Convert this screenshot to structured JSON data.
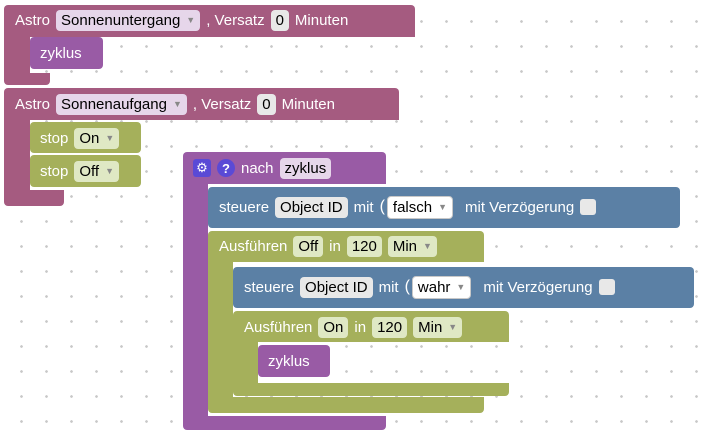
{
  "astro1": {
    "label": "Astro",
    "event": "Sonnenuntergang",
    "offset_label": ", Versatz",
    "offset_value": "0",
    "unit_label": "Minuten"
  },
  "zyklus_call_1": "zyklus",
  "astro2": {
    "label": "Astro",
    "event": "Sonnenaufgang",
    "offset_label": ", Versatz",
    "offset_value": "0",
    "unit_label": "Minuten"
  },
  "stop1": {
    "label": "stop",
    "value": "On"
  },
  "stop2": {
    "label": "stop",
    "value": "Off"
  },
  "nach": {
    "label": "nach",
    "name": "zyklus"
  },
  "steuere1": {
    "label": "steuere",
    "object": "Object ID",
    "mit": "mit",
    "value": "falsch",
    "delay_label": "mit Verzögerung"
  },
  "ausfuehren1": {
    "label": "Ausführen",
    "value": "Off",
    "in": "in",
    "time": "120",
    "unit": "Min"
  },
  "steuere2": {
    "label": "steuere",
    "object": "Object ID",
    "mit": "mit",
    "value": "wahr",
    "delay_label": "mit Verzögerung"
  },
  "ausfuehren2": {
    "label": "Ausführen",
    "value": "On",
    "in": "in",
    "time": "120",
    "unit": "Min"
  },
  "zyklus_call_2": "zyklus",
  "colors": {
    "astro": "#a55b80",
    "procedure": "#995ba5",
    "stop": "#a5b05b",
    "steuere": "#5b80a5"
  }
}
